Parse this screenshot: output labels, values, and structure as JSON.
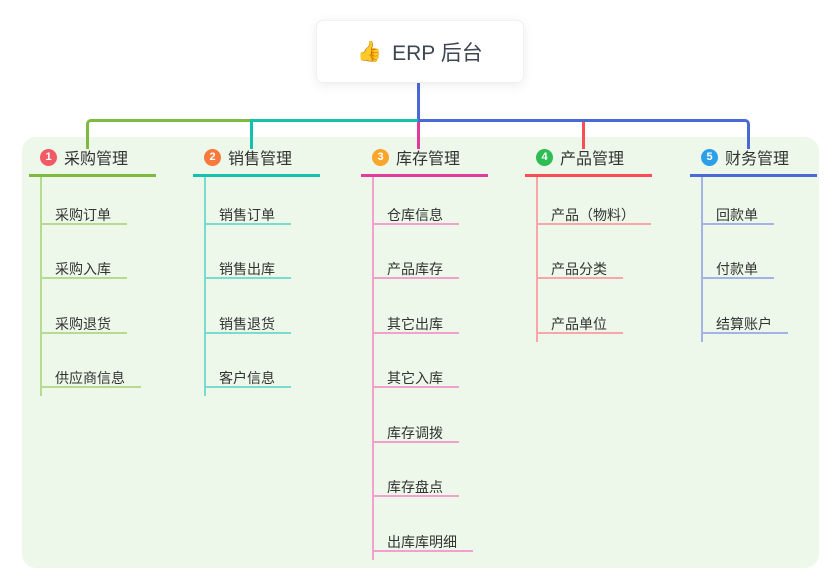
{
  "root": {
    "icon": "👍",
    "label": "ERP 后台"
  },
  "canvas": {
    "page_bg": "#ffffff",
    "container_bg": "#edf8ea",
    "text_color": "#333333",
    "root_text_color": "#3d4752"
  },
  "connector": {
    "root_color": "#4a68d6"
  },
  "branches": [
    {
      "number": "1",
      "label": "采购管理",
      "badge_color": "#f25b66",
      "line_color": "#7dbb40",
      "sub_line_color": "#b5dc8e",
      "children": [
        "采购订单",
        "采购入库",
        "采购退货",
        "供应商信息"
      ]
    },
    {
      "number": "2",
      "label": "销售管理",
      "badge_color": "#f8793b",
      "line_color": "#14c0ae",
      "sub_line_color": "#7adccf",
      "children": [
        "销售订单",
        "销售出库",
        "销售退货",
        "客户信息"
      ]
    },
    {
      "number": "3",
      "label": "库存管理",
      "badge_color": "#f9a62a",
      "line_color": "#e03c9e",
      "sub_line_color": "#f2a0cd",
      "children": [
        "仓库信息",
        "产品库存",
        "其它出库",
        "其它入库",
        "库存调拨",
        "库存盘点",
        "出库库明细"
      ]
    },
    {
      "number": "4",
      "label": "产品管理",
      "badge_color": "#2dbd52",
      "line_color": "#f94e54",
      "sub_line_color": "#faa5a8",
      "children": [
        "产品（物料）",
        "产品分类",
        "产品单位"
      ]
    },
    {
      "number": "5",
      "label": "财务管理",
      "badge_color": "#2d9fe8",
      "line_color": "#4a68d6",
      "sub_line_color": "#a3b3e6",
      "children": [
        "回款单",
        "付款单",
        "结算账户"
      ]
    }
  ]
}
